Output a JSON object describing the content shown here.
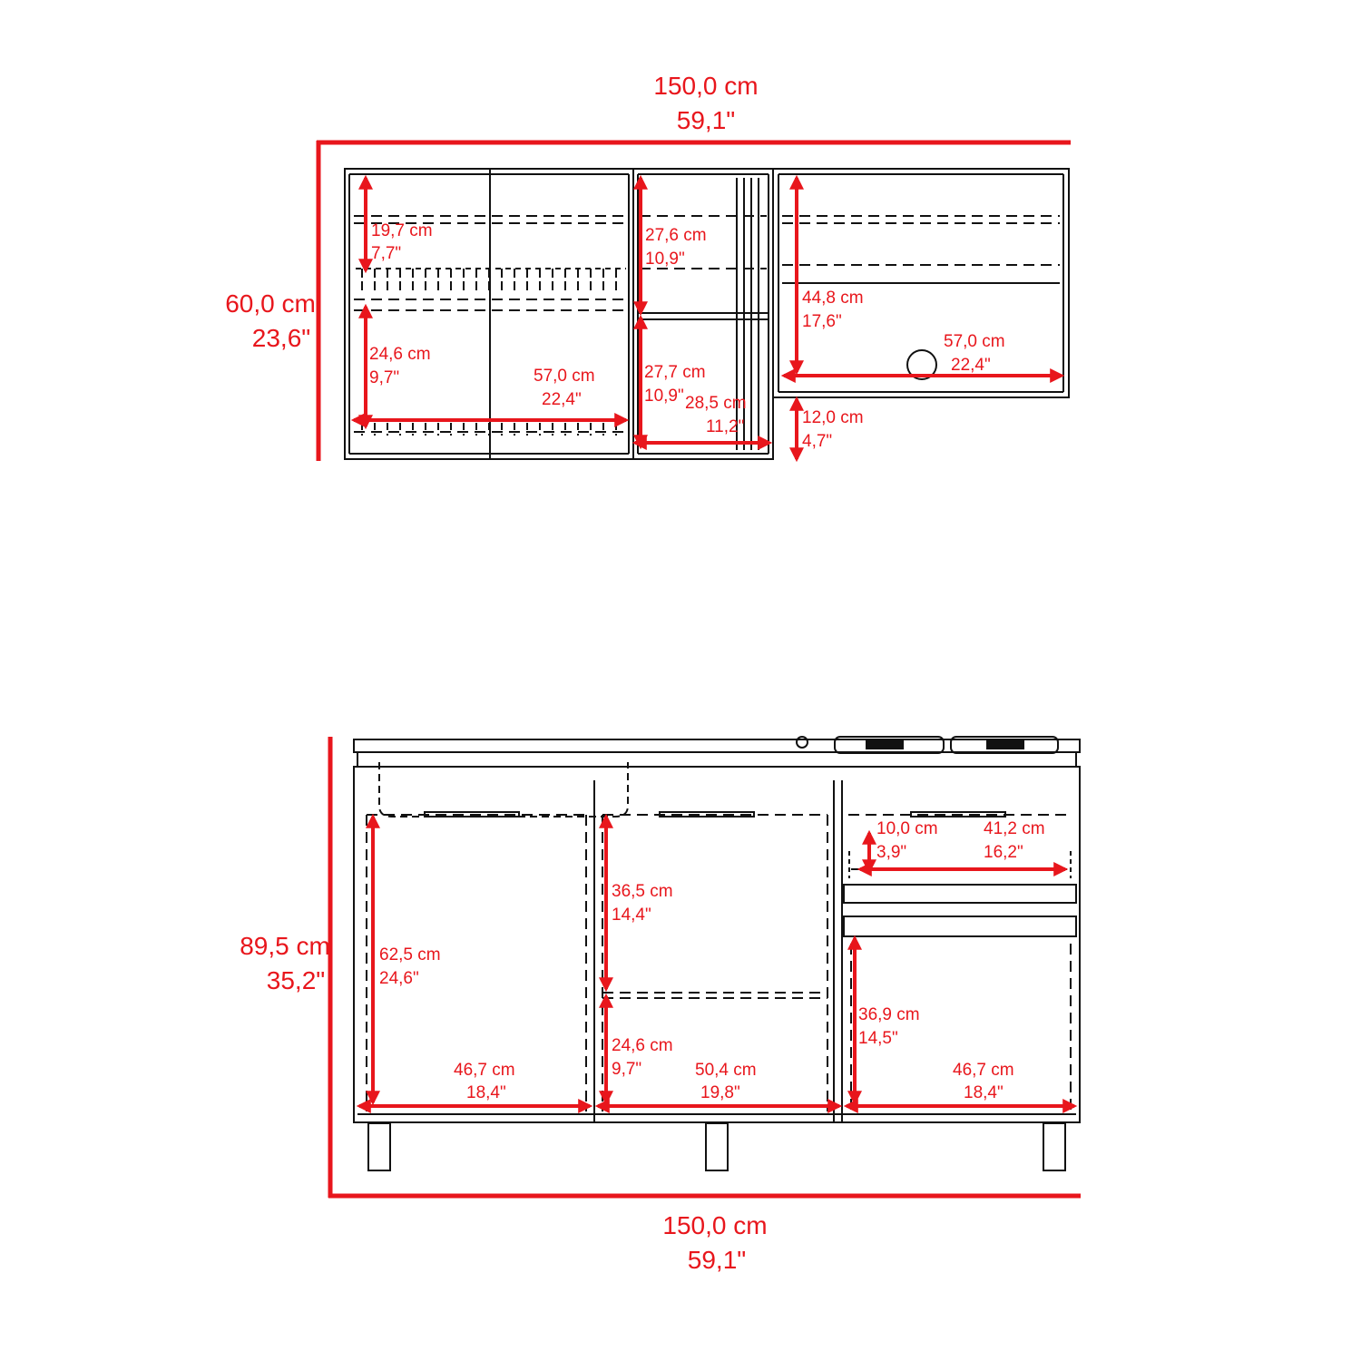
{
  "colors": {
    "dimension": "#e8161c",
    "outline": "#111111",
    "background": "#ffffff"
  },
  "upper_cabinet": {
    "overall_width": {
      "cm": "150,0 cm",
      "in": "59,1\""
    },
    "overall_height": {
      "cm": "60,0 cm",
      "in": "23,6\""
    },
    "dims": {
      "dish_rack_top": {
        "cm": "19,7 cm",
        "in": "7,7\""
      },
      "dish_rack_bottom": {
        "cm": "24,6 cm",
        "in": "9,7\""
      },
      "dish_rack_width": {
        "cm": "57,0 cm",
        "in": "22,4\""
      },
      "middle_upper": {
        "cm": "27,6 cm",
        "in": "10,9\""
      },
      "middle_lower": {
        "cm": "27,7 cm",
        "in": "10,9\""
      },
      "middle_width": {
        "cm": "28,5 cm",
        "in": "11,2\""
      },
      "right_height": {
        "cm": "44,8 cm",
        "in": "17,6\""
      },
      "right_width": {
        "cm": "57,0 cm",
        "in": "22,4\""
      },
      "right_gap": {
        "cm": "12,0 cm",
        "in": "4,7\""
      }
    }
  },
  "lower_cabinet": {
    "overall_width": {
      "cm": "150,0 cm",
      "in": "59,1\""
    },
    "overall_height": {
      "cm": "89,5 cm",
      "in": "35,2\""
    },
    "dims": {
      "left_height": {
        "cm": "62,5 cm",
        "in": "24,6\""
      },
      "left_width": {
        "cm": "46,7 cm",
        "in": "18,4\""
      },
      "middle_upper": {
        "cm": "36,5 cm",
        "in": "14,4\""
      },
      "middle_lower": {
        "cm": "24,6 cm",
        "in": "9,7\""
      },
      "middle_width": {
        "cm": "50,4 cm",
        "in": "19,8\""
      },
      "drawer_height": {
        "cm": "10,0 cm",
        "in": "3,9\""
      },
      "drawer_width": {
        "cm": "41,2 cm",
        "in": "16,2\""
      },
      "right_height": {
        "cm": "36,9 cm",
        "in": "14,5\""
      },
      "right_width": {
        "cm": "46,7 cm",
        "in": "18,4\""
      }
    }
  }
}
